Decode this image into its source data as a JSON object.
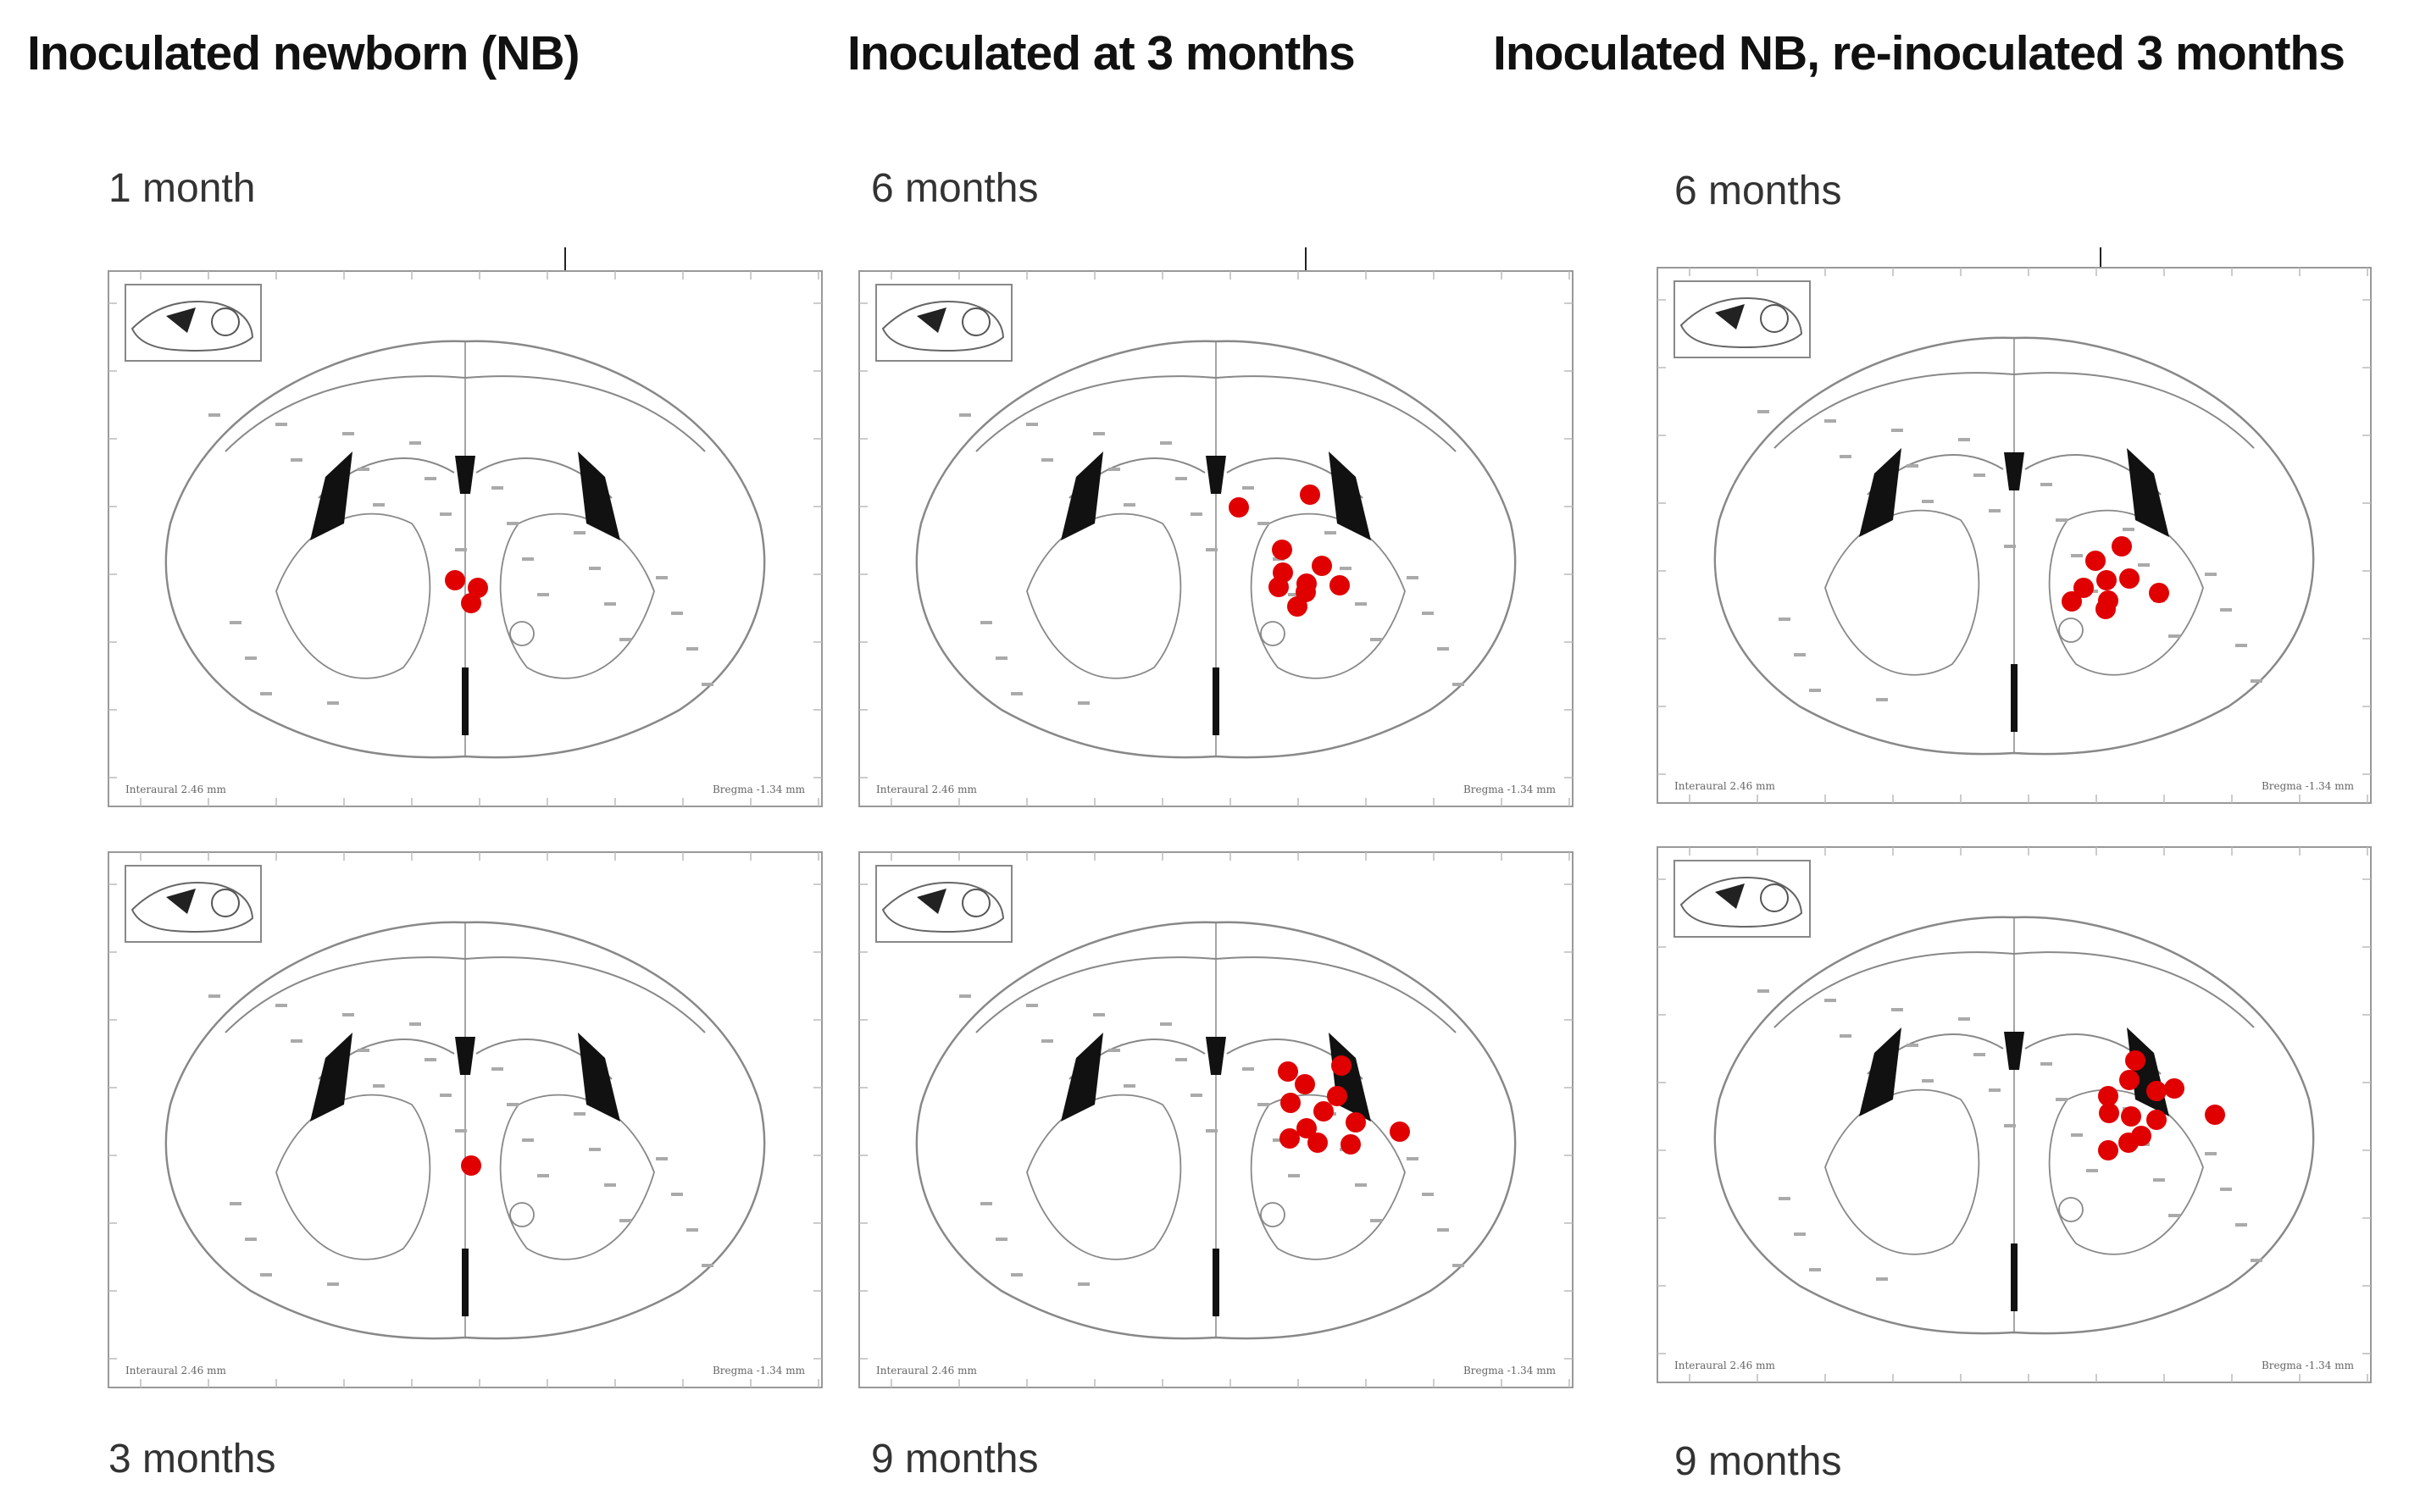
{
  "columns": [
    {
      "title": "Inoculated newborn (NB)",
      "top_label": "1 month",
      "bottom_label": "3 months"
    },
    {
      "title": "Inoculated at 3 months",
      "top_label": "6 months",
      "bottom_label": "9 months"
    },
    {
      "title": "Inoculated NB, re-inoculated 3 months",
      "top_label": "6 months",
      "bottom_label": "9 months"
    }
  ],
  "panel_footer": {
    "left": "Interaural 2.46 mm",
    "right": "Bregma -1.34 mm"
  },
  "colors": {
    "lesion": "#e00000",
    "outline": "#888888",
    "ventricle": "#111111"
  }
}
